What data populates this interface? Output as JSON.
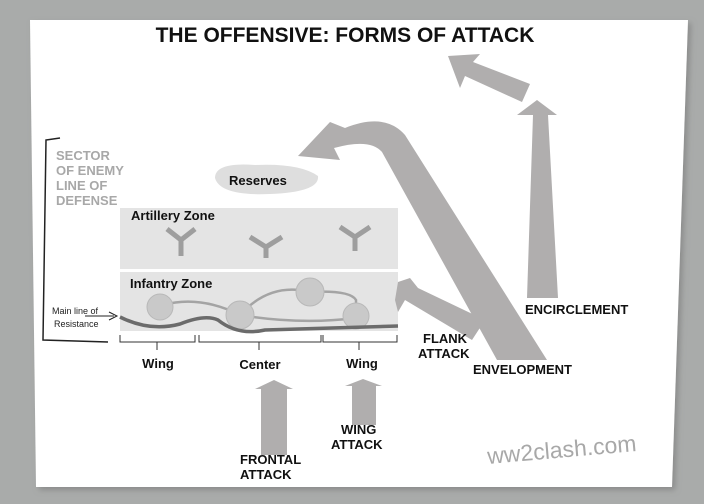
{
  "title": "THE OFFENSIVE: FORMS OF ATTACK",
  "sector_label": [
    "SECTOR",
    "OF ENEMY",
    "LINE OF",
    "DEFENSE"
  ],
  "reserves": "Reserves",
  "artillery_zone": "Artillery Zone",
  "infantry_zone": "Infantry Zone",
  "main_line": [
    "Main line of",
    "Resistance"
  ],
  "segments": [
    "Wing",
    "Center",
    "Wing"
  ],
  "attacks": {
    "frontal": [
      "FRONTAL",
      "ATTACK"
    ],
    "wing": [
      "WING",
      "ATTACK"
    ],
    "flank": [
      "FLANK",
      "ATTACK"
    ],
    "envelopment": "ENVELOPMENT",
    "encirclement": "ENCIRCLEMENT"
  },
  "watermark": "ww2clash.com",
  "colors": {
    "arrow": "#b0aeae",
    "zone": "#e4e4e4",
    "sector_text": "#a8a8a8"
  }
}
